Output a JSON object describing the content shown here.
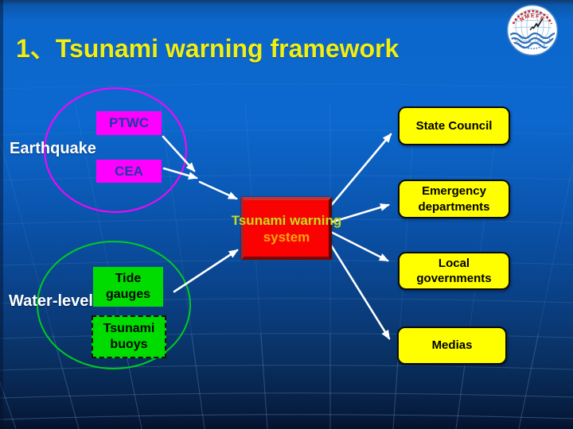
{
  "slide": {
    "title": "1、Tsunami warning framework"
  },
  "logo": {
    "acronym": "NMEFC"
  },
  "diagram": {
    "earthquake_group": {
      "label": "Earthquake",
      "sources": [
        {
          "label": "PTWC"
        },
        {
          "label": "CEA"
        }
      ]
    },
    "water_level_group": {
      "label": "Water-level",
      "sources": [
        {
          "label": "Tide\ngauges"
        },
        {
          "label": "Tsunami\nbuoys"
        }
      ]
    },
    "center_node": {
      "line1": "Tsunami warning",
      "line2": "system"
    },
    "recipients": [
      {
        "label": "State Council"
      },
      {
        "label": "Emergency\ndepartments"
      },
      {
        "label": "Local governments"
      },
      {
        "label": "Medias"
      }
    ],
    "connections": [
      {
        "from": "PTWC",
        "to": "Tsunami warning system"
      },
      {
        "from": "CEA",
        "to": "Tsunami warning system"
      },
      {
        "from": "Water-level sensors",
        "to": "Tsunami warning system"
      },
      {
        "from": "Tsunami warning system",
        "to": "State Council"
      },
      {
        "from": "Tsunami warning system",
        "to": "Emergency departments"
      },
      {
        "from": "Tsunami warning system",
        "to": "Local governments"
      },
      {
        "from": "Tsunami warning system",
        "to": "Medias"
      }
    ]
  },
  "colors": {
    "background_top": "#0c68ce",
    "background_bottom": "#04122b",
    "title_yellow": "#f0ee12",
    "magenta": "#ff00ff",
    "green": "#00dc00",
    "green_outline": "#00cc22",
    "yellow_box": "#ffff00",
    "red_box": "#fa0202",
    "center_text_green": "#c6dc1e",
    "center_text_orange": "#ffa70a",
    "source_text_blue": "#1d3ca4",
    "arrow": "#ffffff",
    "grid_line": "#8ec2f0"
  }
}
